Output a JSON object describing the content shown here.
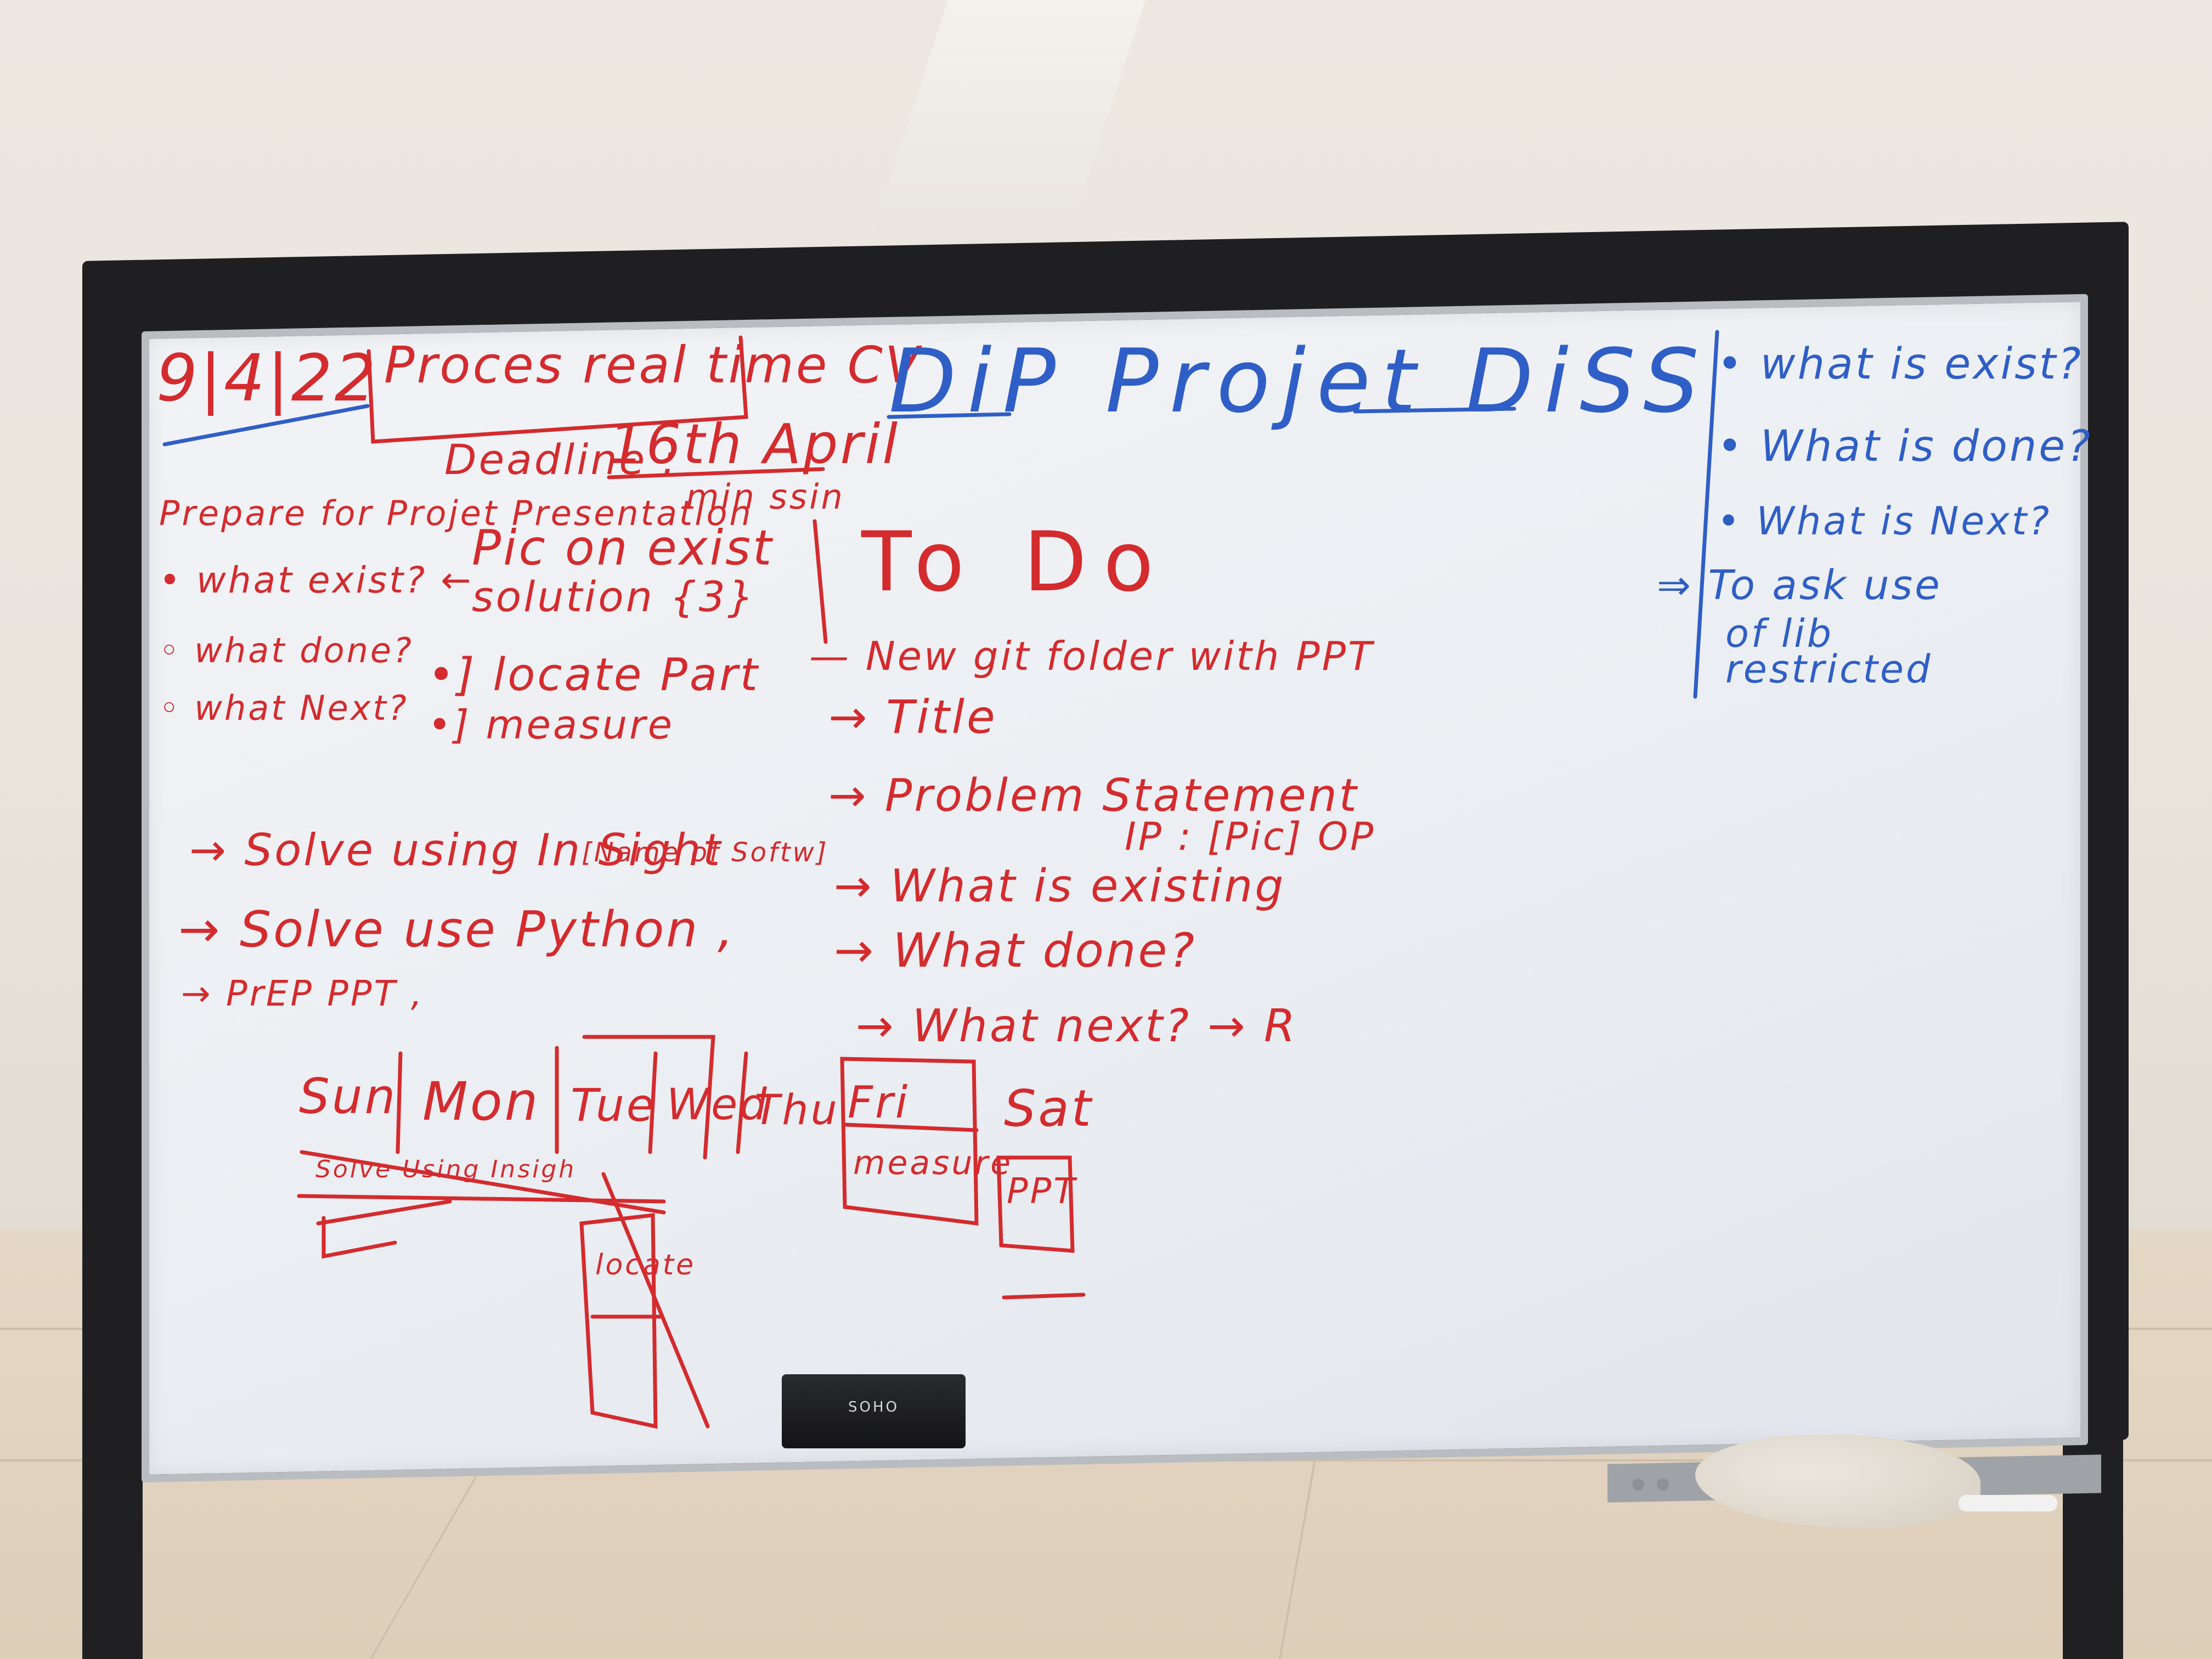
{
  "board": {
    "date": "9|4|22",
    "header_box": "Proces real time CV",
    "title": "DiP Projet DiSS",
    "deadline_label": "Deadline :",
    "deadline_value": "16th April",
    "min_session": "min ssin",
    "prepare": "Prepare for Projet Presentation",
    "left_points": [
      "• what exist? ←",
      "◦ what done?",
      "◦ what Next?"
    ],
    "pic_on_exist": "Pic on exist",
    "solution": "solution {3}",
    "locate_part": "•] locate Part",
    "measure": "•] measure",
    "solve_insight": "→ Solve using In Sight",
    "insight_note": "[Name of Softw]",
    "solve_python": "→ Solve use Python ,",
    "prep_ppt": "→ PrEP PPT ,",
    "todo_title": "To Do",
    "todo_items": [
      "— New git folder with PPT",
      "→ Title",
      "→ Problem Statement",
      "IP : [Pic] OP",
      "→ What is existing",
      "→ What done?",
      "→ What next? → R"
    ],
    "days": [
      "Sun",
      "Mon",
      "Tue",
      "Wed",
      "Thu",
      "Fri",
      "Sat"
    ],
    "solve_using_insight": "Solve Using Insigh",
    "measure_box": "measure",
    "ppt_box": "PPT",
    "locate_box": "locate",
    "right_questions": [
      "• what is exist?",
      "• What is done?",
      "• What is Next?"
    ],
    "ask_line1": "⇒ To ask use",
    "ask_line2": "of lib",
    "ask_line3": "restricted",
    "eraser_brand": "SOHO"
  },
  "colors": {
    "red_ink": "#d42b2e",
    "blue_ink": "#2f5ec6"
  }
}
